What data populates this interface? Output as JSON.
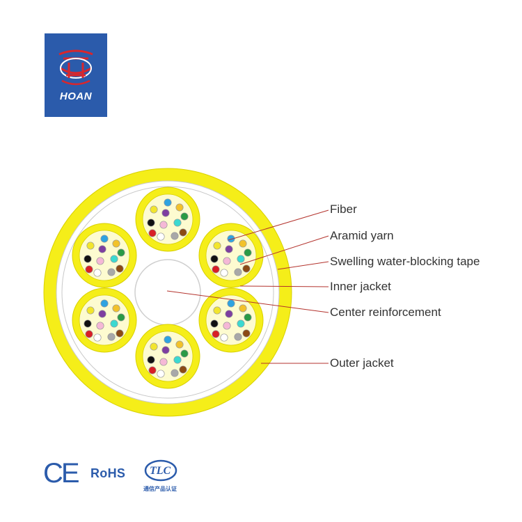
{
  "brand": {
    "logo_text": "HOAN",
    "logo_color": "#2b5bab",
    "logo_mark_color": "#d9262c"
  },
  "labels": {
    "fiber": "Fiber",
    "aramid_yarn": "Aramid yarn",
    "tape": "Swelling water-blocking tape",
    "inner_jacket": "Inner jacket",
    "center": "Center reinforcement",
    "outer_jacket": "Outer jacket"
  },
  "colors": {
    "jacket_yellow": "#f5ee19",
    "yarn_fill": "#fdfbd0",
    "leader_line": "#b3322c"
  },
  "fiber_colors": [
    "#2fa3e0",
    "#f2c22b",
    "#f2e52d",
    "#7e3ea0",
    "#2a9a45",
    "#111111",
    "#f5b8d6",
    "#3cd9d0",
    "#8b4a14",
    "#d81f26",
    "#ffffff",
    "#a8a8a8"
  ],
  "certifications": {
    "ce": "CE",
    "rohs": "RoHS",
    "tlc": "TLC",
    "tlc_sub": "通信产品认证"
  }
}
